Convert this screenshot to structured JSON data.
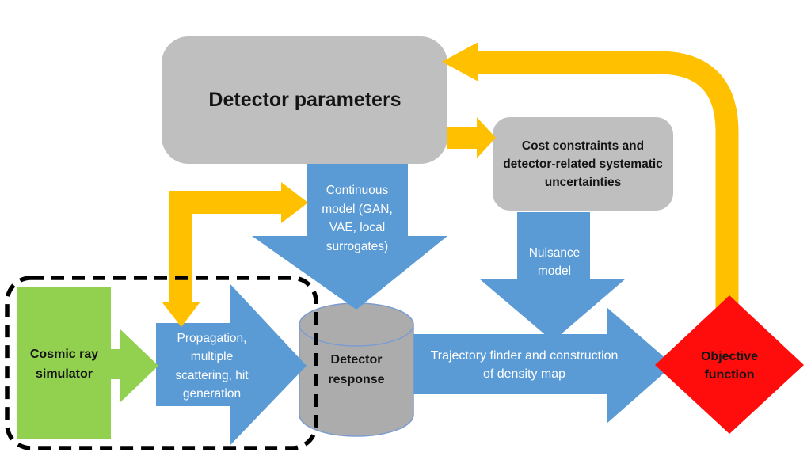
{
  "colors": {
    "blue": "#5B9BD5",
    "green": "#92D050",
    "yellow": "#FFC000",
    "red": "#FF0D0D",
    "gray_box": "#BFBFBF",
    "gray_cylinder": "#ACACAC",
    "cylinder_outline": "#7C9CD0",
    "dash_border": "#000000",
    "text_dark": "#141414",
    "text_light": "#FFFFFF"
  },
  "nodes": {
    "detector_parameters": {
      "label": "Detector parameters"
    },
    "cost_constraints": {
      "label": "Cost constraints and detector-related systematic uncertainties"
    },
    "continuous_model": {
      "label": "Continuous model (GAN, VAE, local surrogates)"
    },
    "nuisance_model": {
      "label": "Nuisance model"
    },
    "cosmic_ray_simulator": {
      "label": "Cosmic ray simulator"
    },
    "propagation": {
      "label": "Propagation, multiple scattering, hit generation"
    },
    "detector_response": {
      "label": "Detector response"
    },
    "trajectory_finder": {
      "label": "Trajectory finder and construction of density map"
    },
    "objective_function": {
      "label": "Objective function"
    }
  }
}
